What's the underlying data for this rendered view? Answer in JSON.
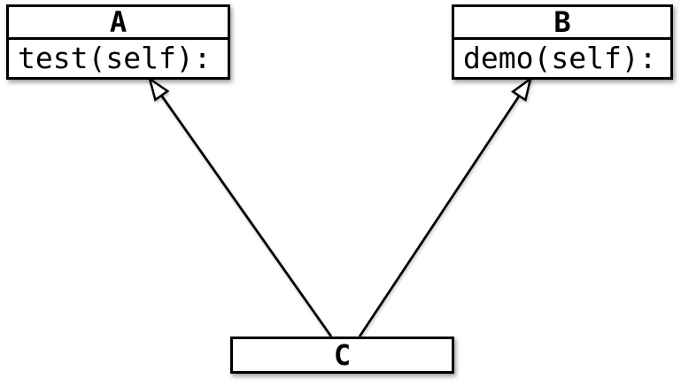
{
  "diagram": {
    "type": "uml-class-inheritance",
    "classes": [
      {
        "name": "A",
        "method": "test(self):"
      },
      {
        "name": "B",
        "method": "demo(self):"
      },
      {
        "name": "C",
        "method": ""
      }
    ],
    "relations": [
      {
        "from": "C",
        "to": "A",
        "type": "inheritance"
      },
      {
        "from": "C",
        "to": "B",
        "type": "inheritance"
      }
    ],
    "colors": {
      "stroke": "#000000",
      "fill": "#ffffff",
      "background": "#ffffff"
    }
  }
}
